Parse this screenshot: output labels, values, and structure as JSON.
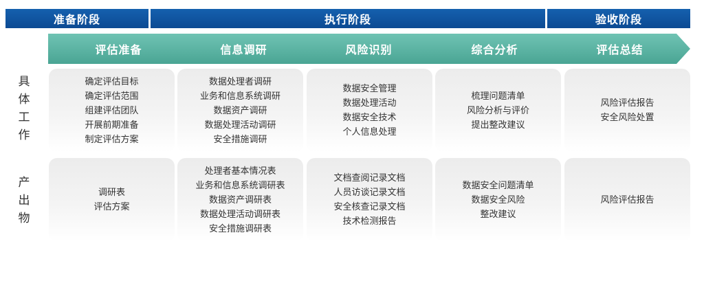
{
  "phases": [
    {
      "label": "准备阶段"
    },
    {
      "label": "执行阶段"
    },
    {
      "label": "验收阶段"
    }
  ],
  "steps": [
    "评估准备",
    "信息调研",
    "风险识别",
    "综合分析",
    "评估总结"
  ],
  "rows": [
    {
      "label": "具\n体\n工\n作",
      "cells": [
        [
          "确定评估目标",
          "确定评估范围",
          "组建评估团队",
          "开展前期准备",
          "制定评估方案"
        ],
        [
          "数据处理者调研",
          "业务和信息系统调研",
          "数据资产调研",
          "数据处理活动调研",
          "安全措施调研"
        ],
        [
          "数据安全管理",
          "数据处理活动",
          "数据安全技术",
          "个人信息处理"
        ],
        [
          "梳理问题清单",
          "风险分析与评价",
          "提出整改建议"
        ],
        [
          "风险评估报告",
          "安全风险处置"
        ]
      ]
    },
    {
      "label": "产\n出\n物",
      "cells": [
        [
          "调研表",
          "评估方案"
        ],
        [
          "处理者基本情况表",
          "业务和信息系统调研表",
          "数据资产调研表",
          "数据处理活动调研表",
          "安全措施调研表"
        ],
        [
          "文档查阅记录文档",
          "人员访谈记录文档",
          "安全核查记录文档",
          "技术检测报告"
        ],
        [
          "数据安全问题清单",
          "数据安全风险",
          "整改建议"
        ],
        [
          "风险评估报告"
        ]
      ]
    }
  ]
}
